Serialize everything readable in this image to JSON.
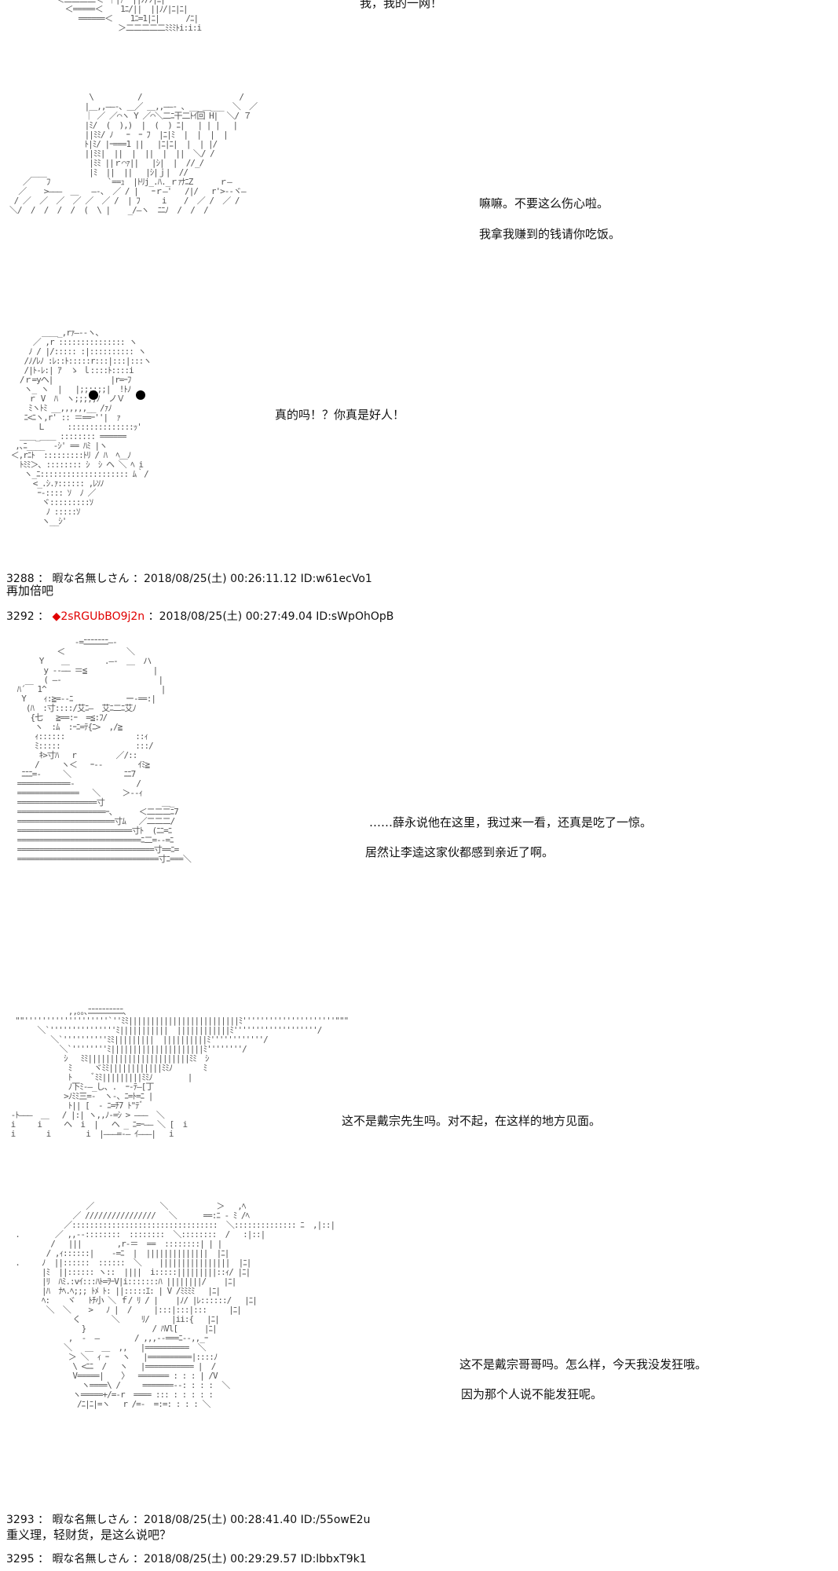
{
  "panels": [
    {
      "id": "p0",
      "lines": [
        "我，我的一网！"
      ]
    },
    {
      "id": "p1",
      "lines": [
        "嘛嘛。不要这么伤心啦。",
        "我拿我赚到的钱请你吃饭。"
      ]
    },
    {
      "id": "p2",
      "lines": [
        "真的吗！？你真是好人！"
      ]
    },
    {
      "id": "p3",
      "lines": [
        "……薛永说他在这里，我过来一看，还真是吃了一惊。",
        "居然让李逵这家伙都感到亲近了啊。"
      ]
    },
    {
      "id": "p4",
      "lines": [
        "这不是戴宗先生吗。对不起，在这样的地方见面。"
      ]
    },
    {
      "id": "p5",
      "lines": [
        "这不是戴宗哥哥吗。怎么样，今天我没发狂哦。",
        "因为那个人说不能发狂呢。"
      ]
    }
  ],
  "posts": [
    {
      "num": "3288",
      "sep": "：",
      "name": "暇な名無しさん",
      "date": "：2018/08/25(土) 00:26:11.12 ID:w61ecVo1",
      "body": "再加倍吧"
    },
    {
      "num": "3292",
      "sep": "：",
      "name": "◆2sRGUbBO9j2n",
      "date": "：2018/08/25(土) 00:27:49.04 ID:sWpOhOpB",
      "body": ""
    },
    {
      "num": "3293",
      "sep": "：",
      "name": "暇な名無しさん",
      "date": "：2018/08/25(土) 00:28:41.40 ID:/55owE2u",
      "body": "重义理，轻财货，是这么说吧？"
    },
    {
      "num": "3295",
      "sep": "：",
      "name": "暇な名無しさん",
      "date": "：2018/08/25(土) 00:29:29.57 ID:lbbxT9k1",
      "body": ""
    }
  ]
}
